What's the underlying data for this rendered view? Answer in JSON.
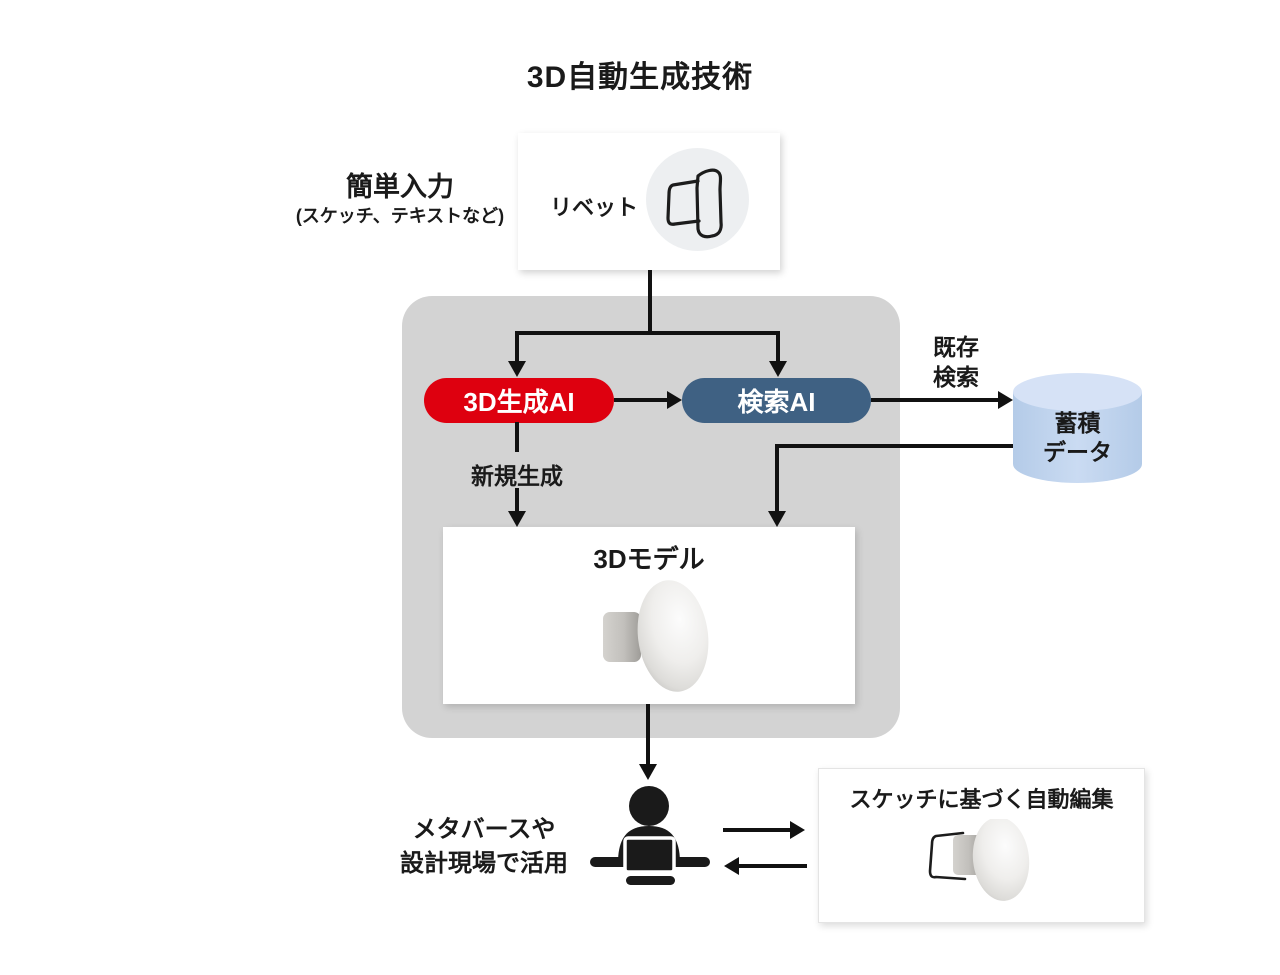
{
  "title": "3D自動生成技術",
  "colors": {
    "accent_red": "#de000f",
    "accent_blue": "#3f6183",
    "panel_gray": "#d3d3d3",
    "cylinder_blue": "#c3d6ee",
    "cylinder_top_blue": "#d6e2f6",
    "ink": "#1a1a1a"
  },
  "input": {
    "label": "簡単入力",
    "sublabel": "(スケッチ、テキストなど)",
    "box_label": "リベット"
  },
  "pipeline": {
    "generation_ai_label": "3D生成AI",
    "search_ai_label": "検索AI",
    "new_generation_label": "新規生成",
    "existing_search_line1": "既存",
    "existing_search_line2": "検索",
    "model_box_title": "3Dモデル"
  },
  "database": {
    "label_line1": "蓄積",
    "label_line2": "データ"
  },
  "usage": {
    "label_line1": "メタバースや",
    "label_line2": "設計現場で活用"
  },
  "edit_box": {
    "title": "スケッチに基づく自動編集"
  },
  "icons": {
    "rivet_sketch": "rivet-sketch-icon",
    "rivet_3d_model": "rivet-3d-model-image",
    "rivet_3d_model_with_sketch": "rivet-3d-model-sketch-edit-image",
    "database_cylinder": "database-cylinder-icon",
    "person_at_laptop": "person-at-laptop-icon"
  }
}
